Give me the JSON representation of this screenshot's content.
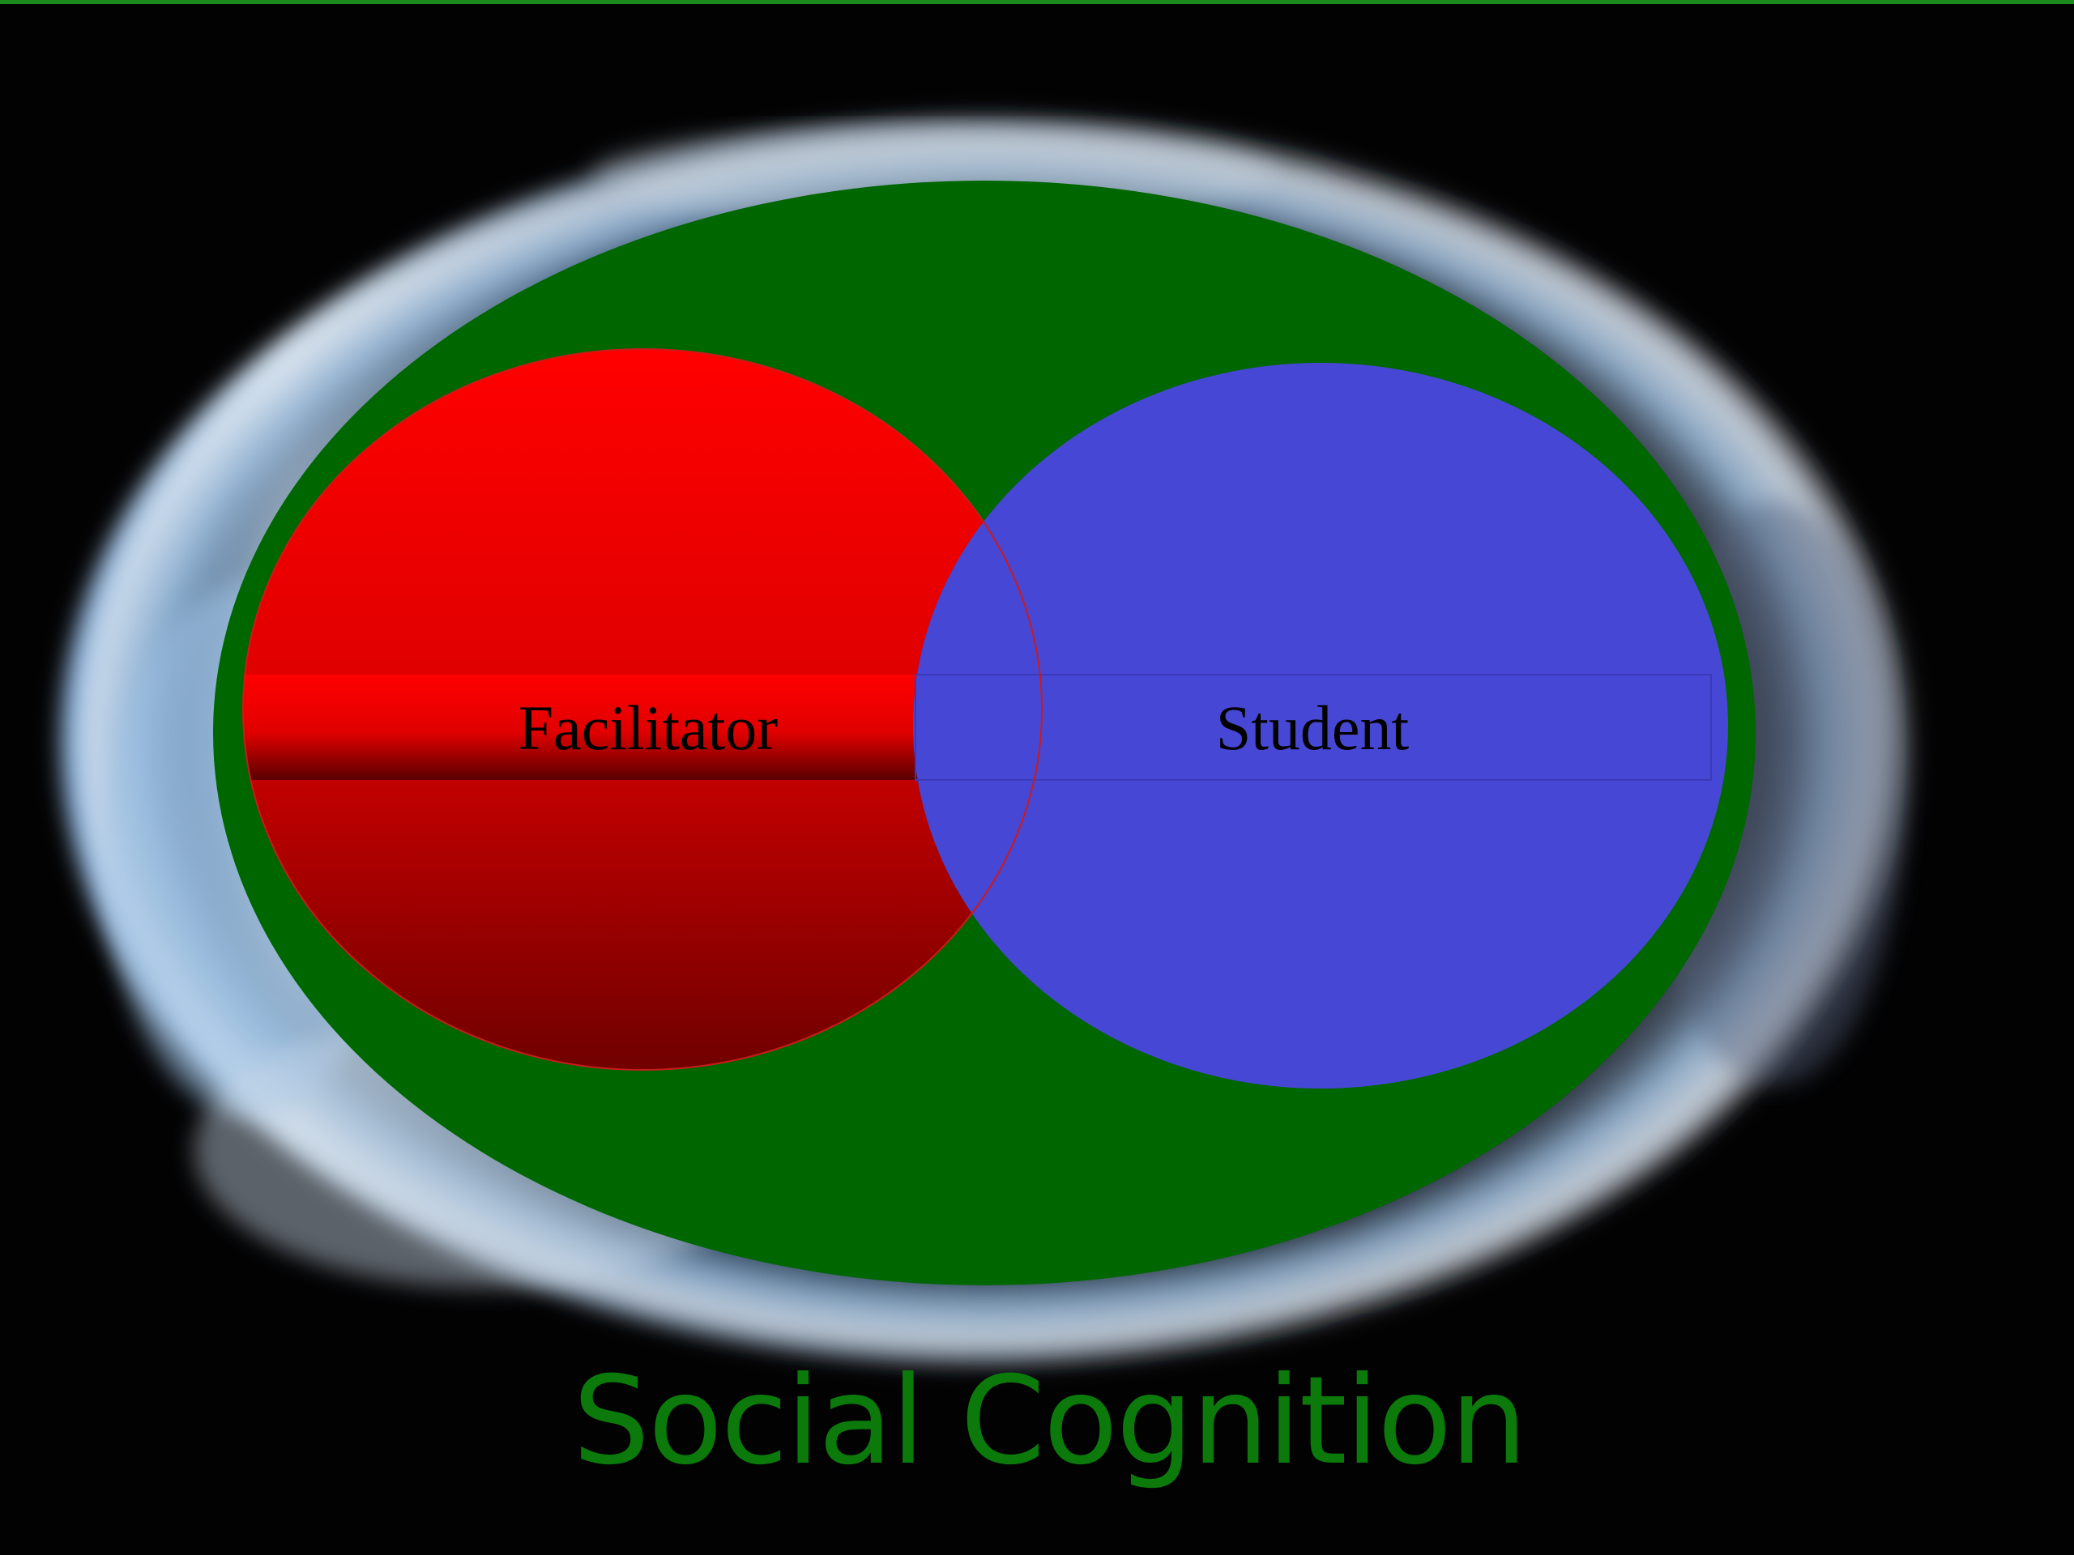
{
  "slide": {
    "title": "Social Cognition",
    "title_color": "#0b7a0b",
    "top_rule_color": "#1a8a1a",
    "background_color": "#020203"
  },
  "background_image": {
    "icon": "earth-globe-image"
  },
  "diagram": {
    "outer_ellipse": {
      "color": "#006600"
    },
    "facilitator": {
      "label": "Facilitator",
      "color_top": "#ff0000",
      "color_bottom": "#7a0000"
    },
    "student": {
      "label": "Student",
      "color": "#4747d6"
    }
  }
}
